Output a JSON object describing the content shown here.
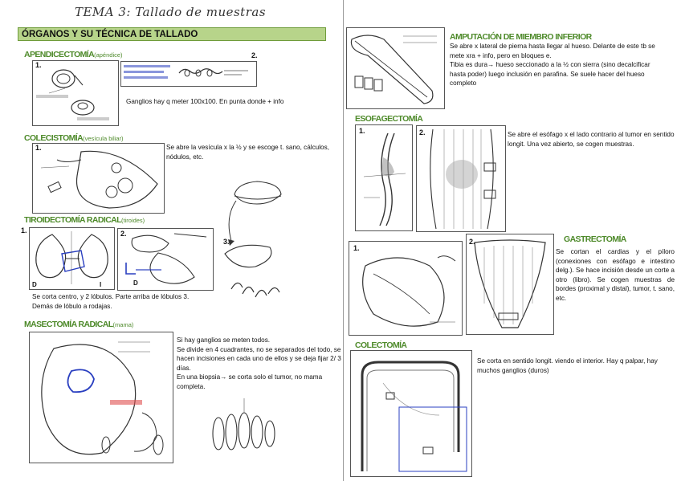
{
  "page_title": "TEMA 3: Tallado de muestras",
  "banner": "ÓRGANOS Y SU TÉCNICA DE TALLADO",
  "apendicectomia": {
    "title": "APENDICECTOMÍA",
    "subtitle": "(apéndice)",
    "fig1_num": "1.",
    "fig2_num": "2.",
    "text": "Ganglios hay q meter 100x100. En punta donde + info"
  },
  "colecistomia": {
    "title": "COLECISTOMÍA",
    "subtitle": "(vesícula biliar)",
    "fig1_num": "1.",
    "text": "Se abre la vesícula x la ½ y se escoge t. sano, cálculos, nódulos, etc."
  },
  "tiroidectomia": {
    "title": "TIROIDECTOMÍA RADICAL",
    "subtitle": "(tiroides)",
    "fig1_num": "1.",
    "fig2_num": "2.",
    "fig3_num": "3.",
    "label_d1": "D",
    "label_i": "I",
    "label_d2": "D",
    "text_lines": [
      "Se corta centro, y 2 lóbulos. Parte arriba de lóbulos 3.",
      "Demás de lóbulo a rodajas."
    ]
  },
  "mastectomia": {
    "title": "MASECTOMÍA RADICAL",
    "subtitle": "(mama)",
    "text_lines": [
      "Si hay ganglios se meten todos.",
      "Se divide en 4 cuadrantes, no se separados del todo, se hacen incisiones en cada uno de ellos y se deja fijar 2/ 3 días.",
      "En una biopsia→ se corta solo el tumor, no mama completa."
    ]
  },
  "amputacion": {
    "title": "AMPUTACIÓN DE MIEMBRO INFERIOR",
    "text_lines": [
      "Se abre x lateral de pierna hasta llegar al hueso. Delante de este tb se mete xra + info, pero en bloques e.",
      "Tibia es dura→ hueso seccionado a la ½ con sierra (sino decalcificar hasta poder) luego inclusión en parafina. Se suele hacer del hueso completo"
    ]
  },
  "esofagectomia": {
    "title": "ESOFAGECTOMÍA",
    "fig1_num": "1.",
    "fig2_num": "2.",
    "text": "Se abre el esófago x el lado contrario al tumor en sentido longit. Una vez abierto, se cogen muestras."
  },
  "gastrectomia": {
    "title": "GASTRECTOMÍA",
    "fig1_num": "1.",
    "fig2_num": "2.",
    "text": "Se cortan el cardias y el píloro (conexiones con esófago e intestino delg.). Se hace incisión desde un corte a otro (libro). Se cogen muestras de bordes (proximal y distal), tumor, t. sano, etc."
  },
  "colectomia": {
    "title": "COLECTOMÍA",
    "text": "Se corta en sentido longit. viendo el interior. Hay q palpar, hay muchos ganglios (duros)"
  },
  "colors": {
    "section_green": "#4e8a2a",
    "banner_green": "#b7d48a",
    "annotation_blue": "#2a3fc0"
  }
}
